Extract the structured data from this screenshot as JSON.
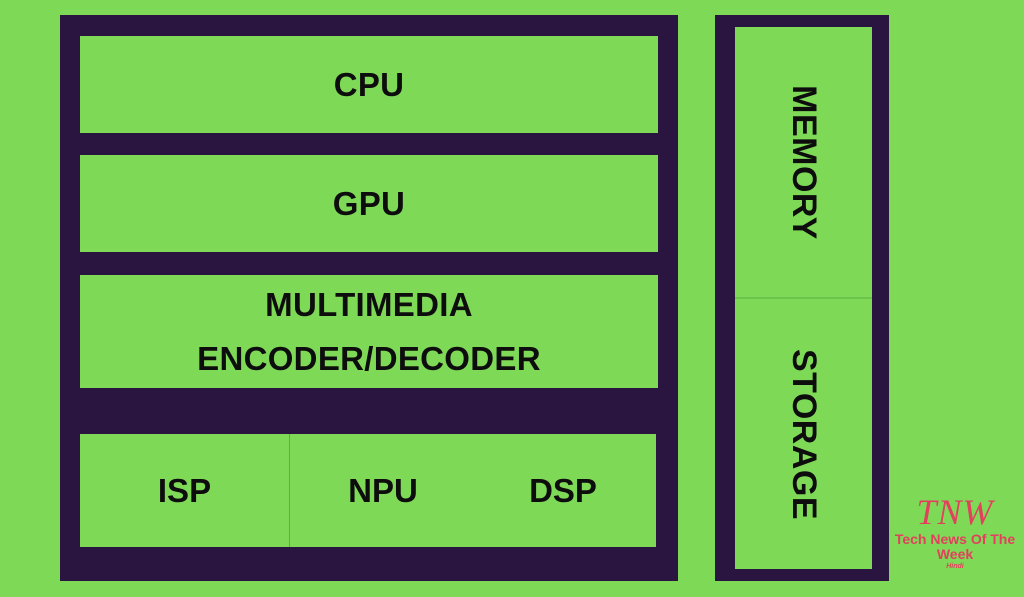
{
  "diagram": {
    "title": "System on Chip block diagram",
    "colors": {
      "background": "#7ed957",
      "frame": "#2a1540",
      "text": "#0d0d0d",
      "watermark": "#e2405c"
    },
    "soc_blocks": {
      "cpu": "CPU",
      "gpu": "GPU",
      "multimedia": {
        "line1": "MULTIMEDIA",
        "line2": "ENCODER/DECODER"
      },
      "bottom_row": [
        "ISP",
        "NPU",
        "DSP"
      ]
    },
    "side_blocks": {
      "memory": "MEMORY",
      "storage": "STORAGE"
    }
  },
  "watermark": {
    "logo": "TNW",
    "name": "Tech News Of The Week",
    "subtitle": "Hindi"
  }
}
